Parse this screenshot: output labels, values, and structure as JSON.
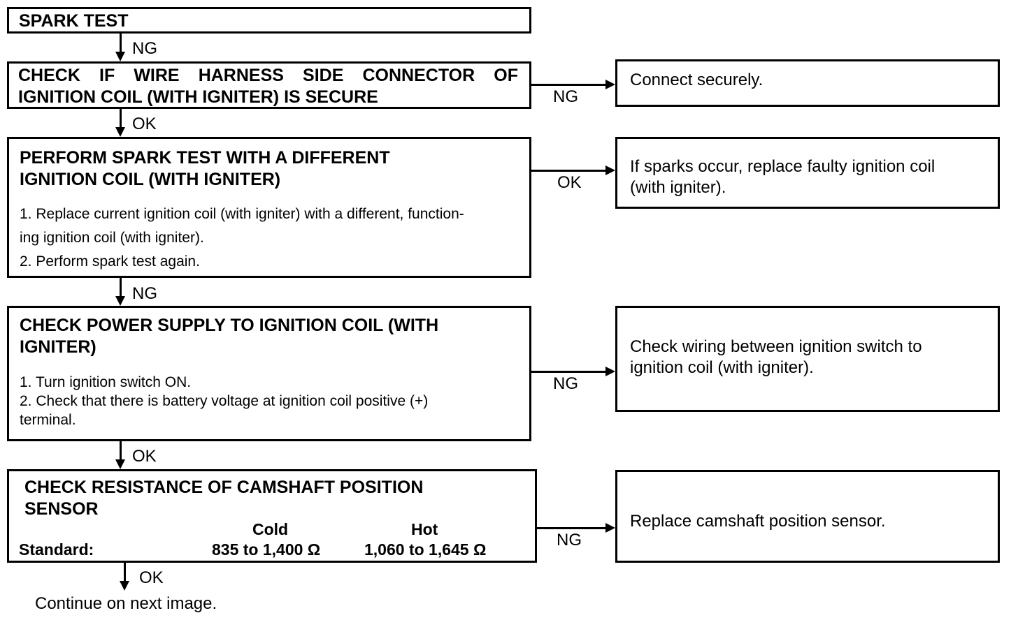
{
  "diagram": {
    "title": "Spark Test Diagnostic Flowchart",
    "ink_color": "#000000",
    "paper_color": "#ffffff"
  },
  "steps": {
    "step1": {
      "heading": "SPARK TEST"
    },
    "step2": {
      "heading_line1": "CHECK IF WIRE HARNESS SIDE CONNECTOR OF",
      "heading_line2": "IGNITION COIL (WITH IGNITER) IS SECURE"
    },
    "step3": {
      "heading": "PERFORM SPARK TEST WITH A DIFFERENT\nIGNITION COIL (WITH IGNITER)",
      "item1_line1": "1. Replace current ignition coil (with igniter) with a different, function-",
      "item1_line2": "ing     ignition coil (with igniter).",
      "item2": "2. Perform spark test again."
    },
    "step4": {
      "heading": "CHECK POWER SUPPLY TO IGNITION COIL (WITH\nIGNITER)",
      "item1": "1. Turn ignition switch ON.",
      "item2": "2. Check that there is battery voltage at ignition coil positive (+)\n     terminal."
    },
    "step5": {
      "heading": "CHECK RESISTANCE OF CAMSHAFT POSITION\nSENSOR",
      "standard_label": "Standard:",
      "col_cold_header": "Cold",
      "col_hot_header": "Hot",
      "col_cold_value": "835 to 1,400 Ω",
      "col_hot_value": "1,060 to 1,645 Ω"
    }
  },
  "outcomes": {
    "outcome1": {
      "text": "Connect securely."
    },
    "outcome2": {
      "text": "If sparks occur, replace faulty ignition coil\n(with igniter)."
    },
    "outcome3": {
      "text": "Check wiring between ignition switch to\nignition coil (with igniter)."
    },
    "outcome4": {
      "text": "Replace camshaft position sensor."
    }
  },
  "edges": {
    "e1_step1_to_step2": "NG",
    "e2_step2_to_outcome1": "NG",
    "e3_step2_to_step3": "OK",
    "e4_step3_to_outcome2": "OK",
    "e5_step3_to_step4": "NG",
    "e6_step4_to_outcome3": "NG",
    "e7_step4_to_step5": "OK",
    "e8_step5_to_outcome4": "NG",
    "e9_step5_to_continue": "OK"
  },
  "footer": {
    "continue_text": "Continue on next image."
  },
  "chart_data": {
    "type": "table",
    "title": "Camshaft position sensor resistance standard",
    "categories": [
      "Cold",
      "Hot"
    ],
    "values": [
      "835 to 1,400 Ω",
      "1,060 to 1,645 Ω"
    ],
    "row_label": "Standard:"
  }
}
